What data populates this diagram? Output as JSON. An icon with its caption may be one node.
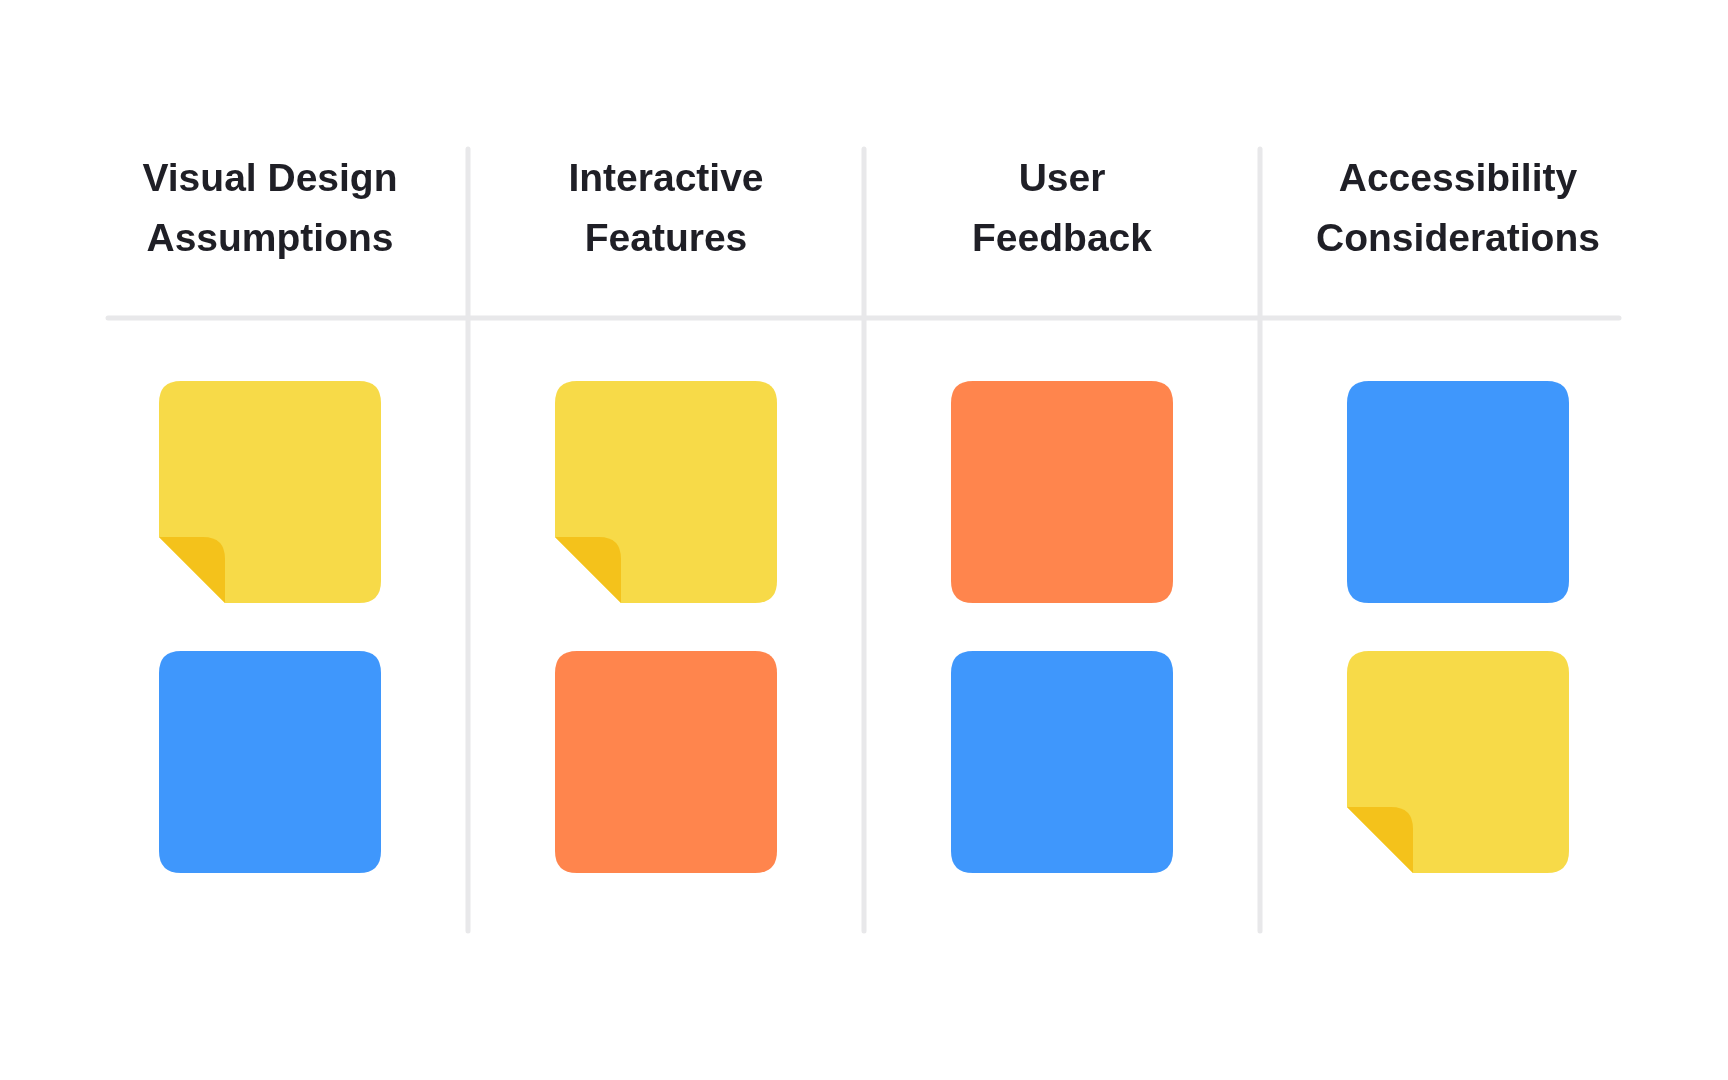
{
  "diagram": {
    "nodes": [
      {
        "text": [],
        "shape": "box"
      },
      {
        "text": [],
        "shape": "box"
      },
      {
        "text": [],
        "shape": "box"
      },
      {
        "text": [],
        "shape": "box"
      },
      {
        "text": [],
        "shape": "box"
      },
      {
        "text": [],
        "shape": "box"
      },
      {
        "text": [],
        "shape": "box"
      },
      {
        "text": [],
        "shape": "box"
      }
    ],
    "labels": [
      "Visual Design Assumptions",
      "Interactive Features",
      "User Feedback",
      "Accessibility Considerations"
    ]
  }
}
